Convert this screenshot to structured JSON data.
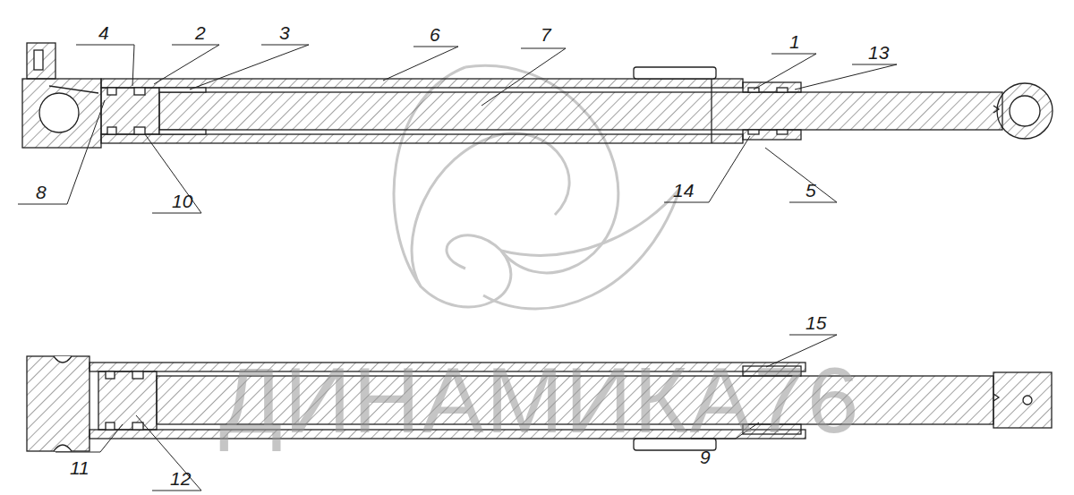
{
  "diagram": {
    "labels": [
      "4",
      "2",
      "3",
      "6",
      "7",
      "1",
      "13",
      "8",
      "10",
      "14",
      "5",
      "15",
      "11",
      "12",
      "9",
      "ДИНАМИКА76"
    ]
  }
}
